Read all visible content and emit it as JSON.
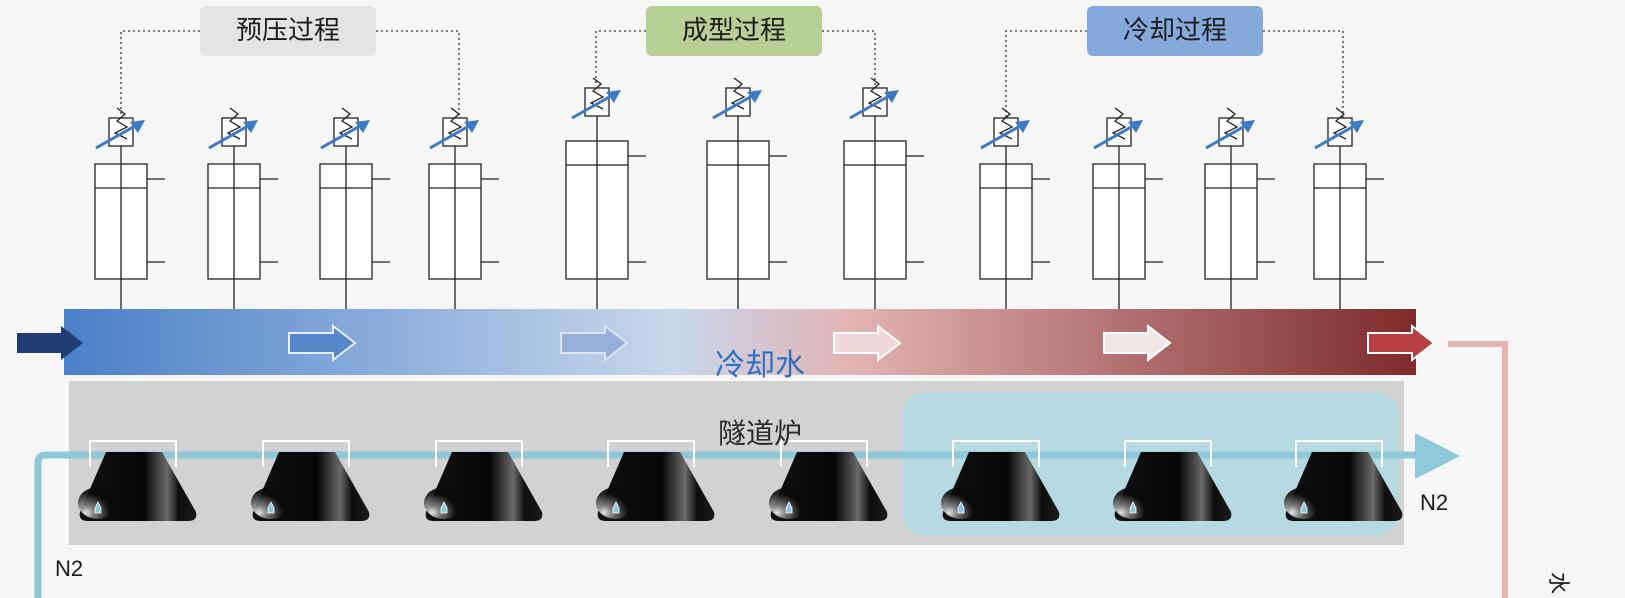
{
  "process_stages": [
    {
      "label": "预压过程",
      "color": "#e4e4e4"
    },
    {
      "label": "成型过程",
      "color": "#b8cf96"
    },
    {
      "label": "冷却过程",
      "color": "#86a9dc"
    }
  ],
  "press_units": [
    {
      "stage": "预压过程",
      "valve_arrow_color": "#3e79c4"
    },
    {
      "stage": "预压过程",
      "valve_arrow_color": "#3e79c4"
    },
    {
      "stage": "预压过程",
      "valve_arrow_color": "#3e79c4"
    },
    {
      "stage": "预压过程",
      "valve_arrow_color": "#3e79c4"
    },
    {
      "stage": "成型过程",
      "valve_arrow_color": "#3e79c4"
    },
    {
      "stage": "成型过程",
      "valve_arrow_color": "#3e79c4"
    },
    {
      "stage": "成型过程",
      "valve_arrow_color": "#3e79c4"
    },
    {
      "stage": "冷却过程",
      "valve_arrow_color": "#3e79c4"
    },
    {
      "stage": "冷却过程",
      "valve_arrow_color": "#3e79c4"
    },
    {
      "stage": "冷却过程",
      "valve_arrow_color": "#3e79c4"
    },
    {
      "stage": "冷却过程",
      "valve_arrow_color": "#3e79c4"
    }
  ],
  "cooling_water": {
    "label": "冷却水",
    "gradient_colors": [
      "#4a7fc8",
      "#c7d7ec",
      "#e3b4b4",
      "#7e2a2a"
    ],
    "flow_arrow_colors": [
      "#1f3d73",
      "#5586c8",
      "#95afd8",
      "#f1d9d9",
      "#f3e6e6",
      "#b84040"
    ]
  },
  "furnace": {
    "label": "隧道炉",
    "mold_count": 8,
    "cooling_zone_color": "#b4d9e3"
  },
  "nitrogen": {
    "labels": [
      "N2",
      "N2"
    ],
    "line_color": "#8fc8d8"
  },
  "side_outlet": {
    "label": "水",
    "line_color": "#e3b4b4"
  }
}
